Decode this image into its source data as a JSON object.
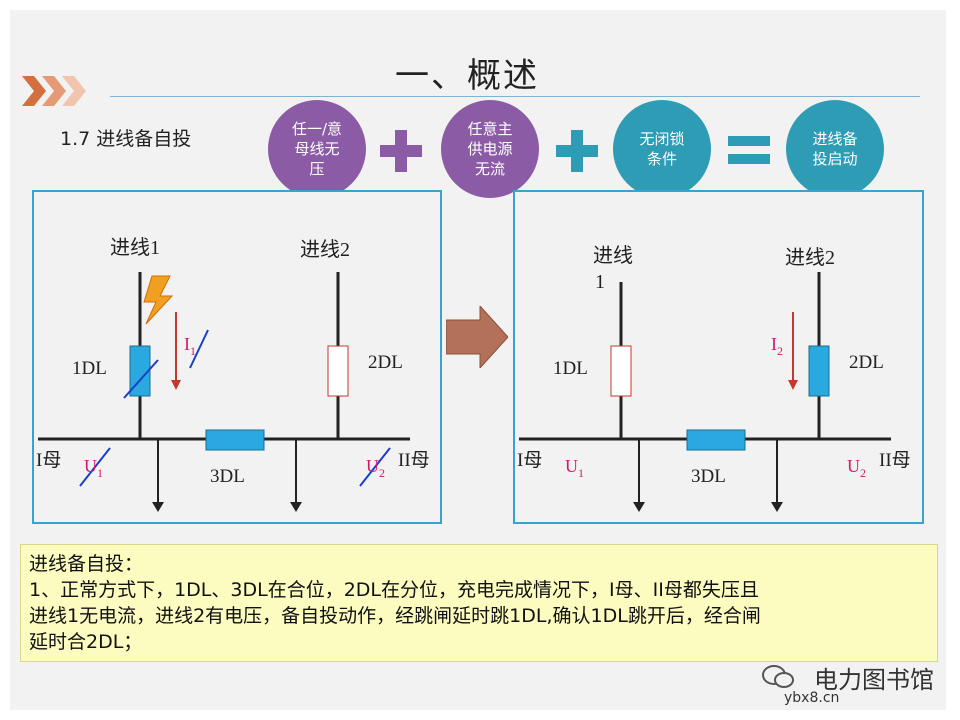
{
  "slide": {
    "title": "一、概述",
    "subtitle": "1.7  进线备自投"
  },
  "equation": {
    "c1": "任一/意\n母线无\n压",
    "c2": "任意主\n供电源\n无流",
    "c3": "无闭锁\n条件",
    "c4": "进线备\n投启动",
    "plus1": "+",
    "plus2": "+",
    "equals": "="
  },
  "colors": {
    "purple": "#8c5ba6",
    "teal": "#2f9cb6",
    "panel_border": "#3aa2d2",
    "breaker_blue": "#29a9df",
    "red": "#d6176a"
  },
  "left_diagram": {
    "line1": "进线1",
    "line2": "进线2",
    "breaker1": "1DL",
    "breaker2": "2DL",
    "breaker3": "3DL",
    "bus1": "I母",
    "bus2": "II母",
    "current": "I",
    "current_sub": "1",
    "u1": "U",
    "u1_sub": "1",
    "u2": "U",
    "u2_sub": "2"
  },
  "right_diagram": {
    "line1_a": "进线",
    "line1_b": "1",
    "line2": "进线2",
    "breaker1": "1DL",
    "breaker2": "2DL",
    "breaker3": "3DL",
    "bus1": "I母",
    "bus2": "II母",
    "current": "I",
    "current_sub": "2",
    "u1": "U",
    "u1_sub": "1",
    "u2": "U",
    "u2_sub": "2"
  },
  "note": {
    "heading": "进线备自投：",
    "line1": "1、正常方式下，1DL、3DL在合位，2DL在分位，充电完成情况下，I母、II母都失压且",
    "line2": "进线1无电流，进线2有电压，备自投动作，经跳闸延时跳1DL,确认1DL跳开后，经合闸",
    "line3": "延时合2DL；"
  },
  "watermark": {
    "name": "电力图书馆",
    "site": "ybx8.cn"
  }
}
